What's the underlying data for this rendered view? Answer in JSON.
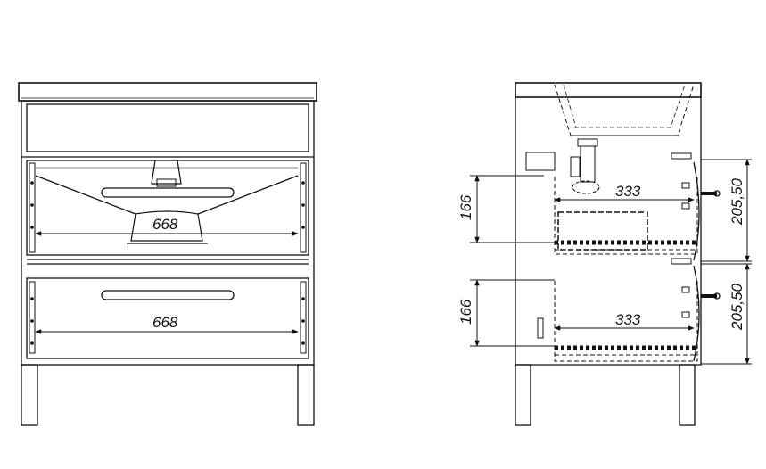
{
  "front_view": {
    "upper_drawer_width": "668",
    "lower_drawer_width": "668"
  },
  "side_view": {
    "upper_drawer_depth": "333",
    "lower_drawer_depth": "333",
    "upper_drawer_height": "166",
    "lower_drawer_height": "166",
    "upper_front_height": "205,50",
    "lower_front_height": "205,50"
  }
}
